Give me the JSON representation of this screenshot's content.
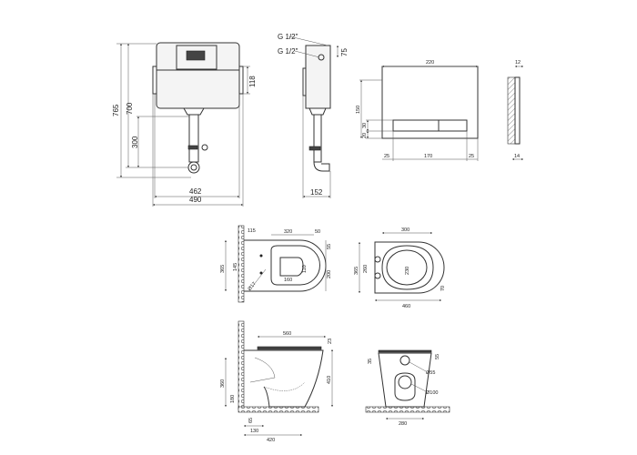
{
  "cistern_front": {
    "h_total": "765",
    "h_frame": "700",
    "h_outlet": "300",
    "bracket": "118",
    "w_inner": "462",
    "w_outer": "490"
  },
  "cistern_side": {
    "inlet_1": "G 1/2\"",
    "inlet_2": "G 1/2\"",
    "inlet_offset": "75",
    "depth": "152"
  },
  "flush_plate": {
    "width": "220",
    "height": "150",
    "btn_h": "30",
    "btn_bottom": "20",
    "margin_l": "25",
    "btn_w": "170",
    "margin_r": "25",
    "side_thk": "12",
    "side_depth": "14"
  },
  "toilet_top": {
    "axis_offset": "115",
    "length": "320",
    "back": "50",
    "top_off": "55",
    "width": "365",
    "fix_spacing": "145",
    "bowl_w": "200",
    "outlet_h": "110",
    "outlet_w": "160",
    "hole": "Ø17"
  },
  "seat_top": {
    "width": "300",
    "depth_total": "365",
    "hinge": "260",
    "inner": "230",
    "front": "70",
    "length": "460"
  },
  "toilet_side": {
    "length": "560",
    "seat_h": "23",
    "height": "410",
    "inlet_h": "360",
    "outlet_h": "180",
    "outlet_off": "65",
    "outlet_axis": "130",
    "foot": "420"
  },
  "toilet_front": {
    "top_off": "35",
    "inlet_off": "55",
    "inlet_d": "Ø55",
    "outlet_d": "Ø100",
    "base_w": "280"
  }
}
